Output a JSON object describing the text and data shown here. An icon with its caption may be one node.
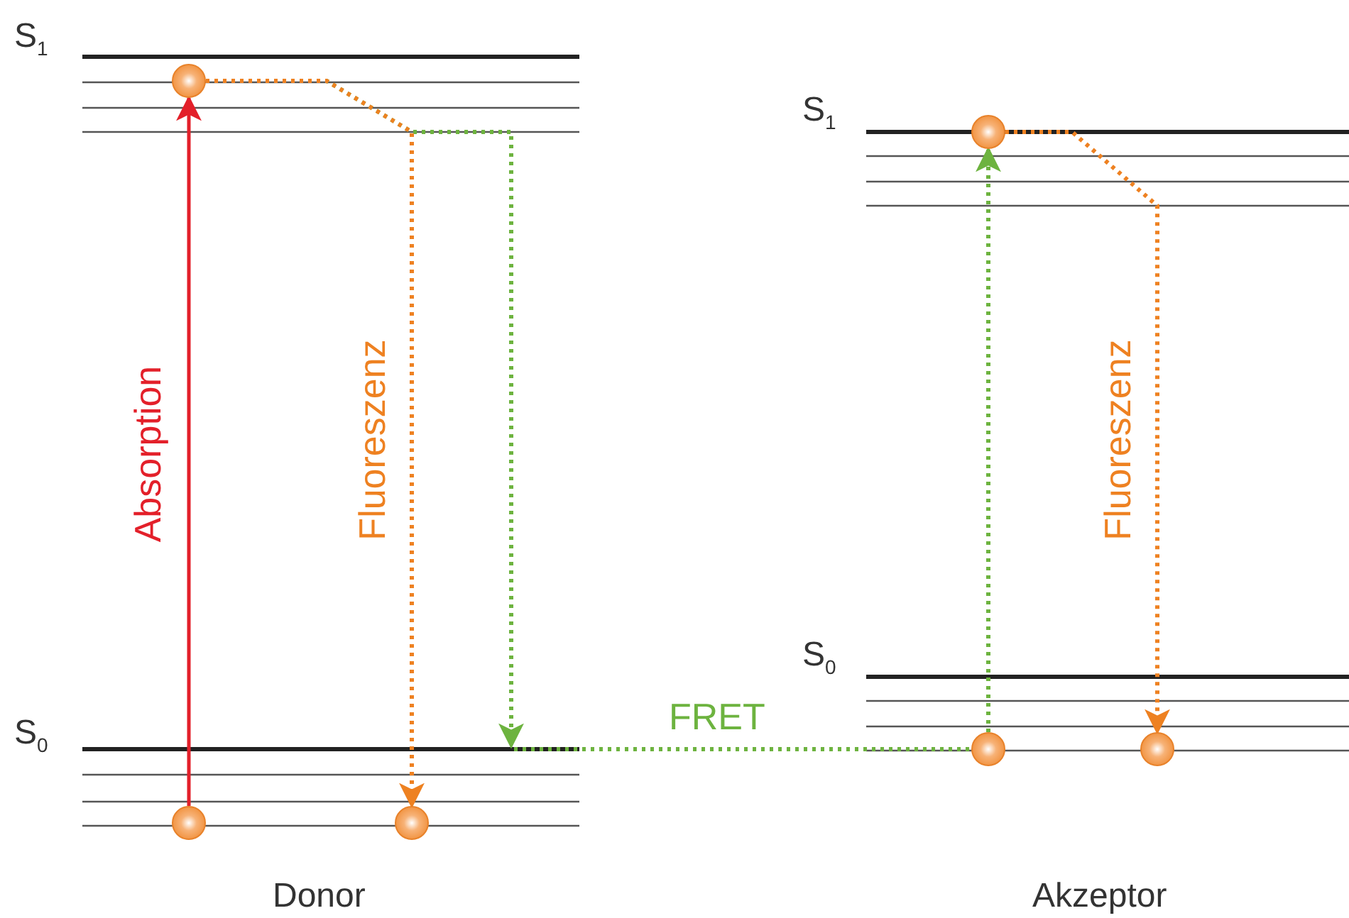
{
  "diagram": {
    "nodes": [
      {
        "text": [],
        "shape": "circle"
      },
      {
        "text": [],
        "shape": "circle"
      },
      {
        "text": [],
        "shape": "circle"
      },
      {
        "text": [],
        "shape": "circle"
      },
      {
        "text": [],
        "shape": "circle"
      },
      {
        "text": [],
        "shape": "circle"
      }
    ],
    "edges": [
      {
        "from": 1,
        "to": 0,
        "arrow": "to",
        "label": "Absorption",
        "color": "#e3202a"
      },
      {
        "from": 0,
        "to": 2,
        "arrow": "to",
        "label": "Fluoreszenz",
        "style": "dashed",
        "color": "#ee8121"
      },
      {
        "from": 0,
        "to": null,
        "arrow": "to",
        "style": "dashed",
        "color": "#6db33f"
      },
      {
        "from": null,
        "to": 4,
        "arrow": "none",
        "label": "FRET",
        "style": "dashed",
        "color": "#6db33f"
      },
      {
        "from": 4,
        "to": 3,
        "arrow": "to",
        "style": "dashed",
        "color": "#6db33f"
      },
      {
        "from": 3,
        "to": 5,
        "arrow": "to",
        "label": "Fluoreszenz",
        "style": "dashed",
        "color": "#ee8121"
      }
    ],
    "labels": [
      "S$_{1}$",
      "S$_{0}$",
      "Donor",
      "S$_{1}$",
      "S$_{0}$",
      "Akzeptor"
    ]
  }
}
